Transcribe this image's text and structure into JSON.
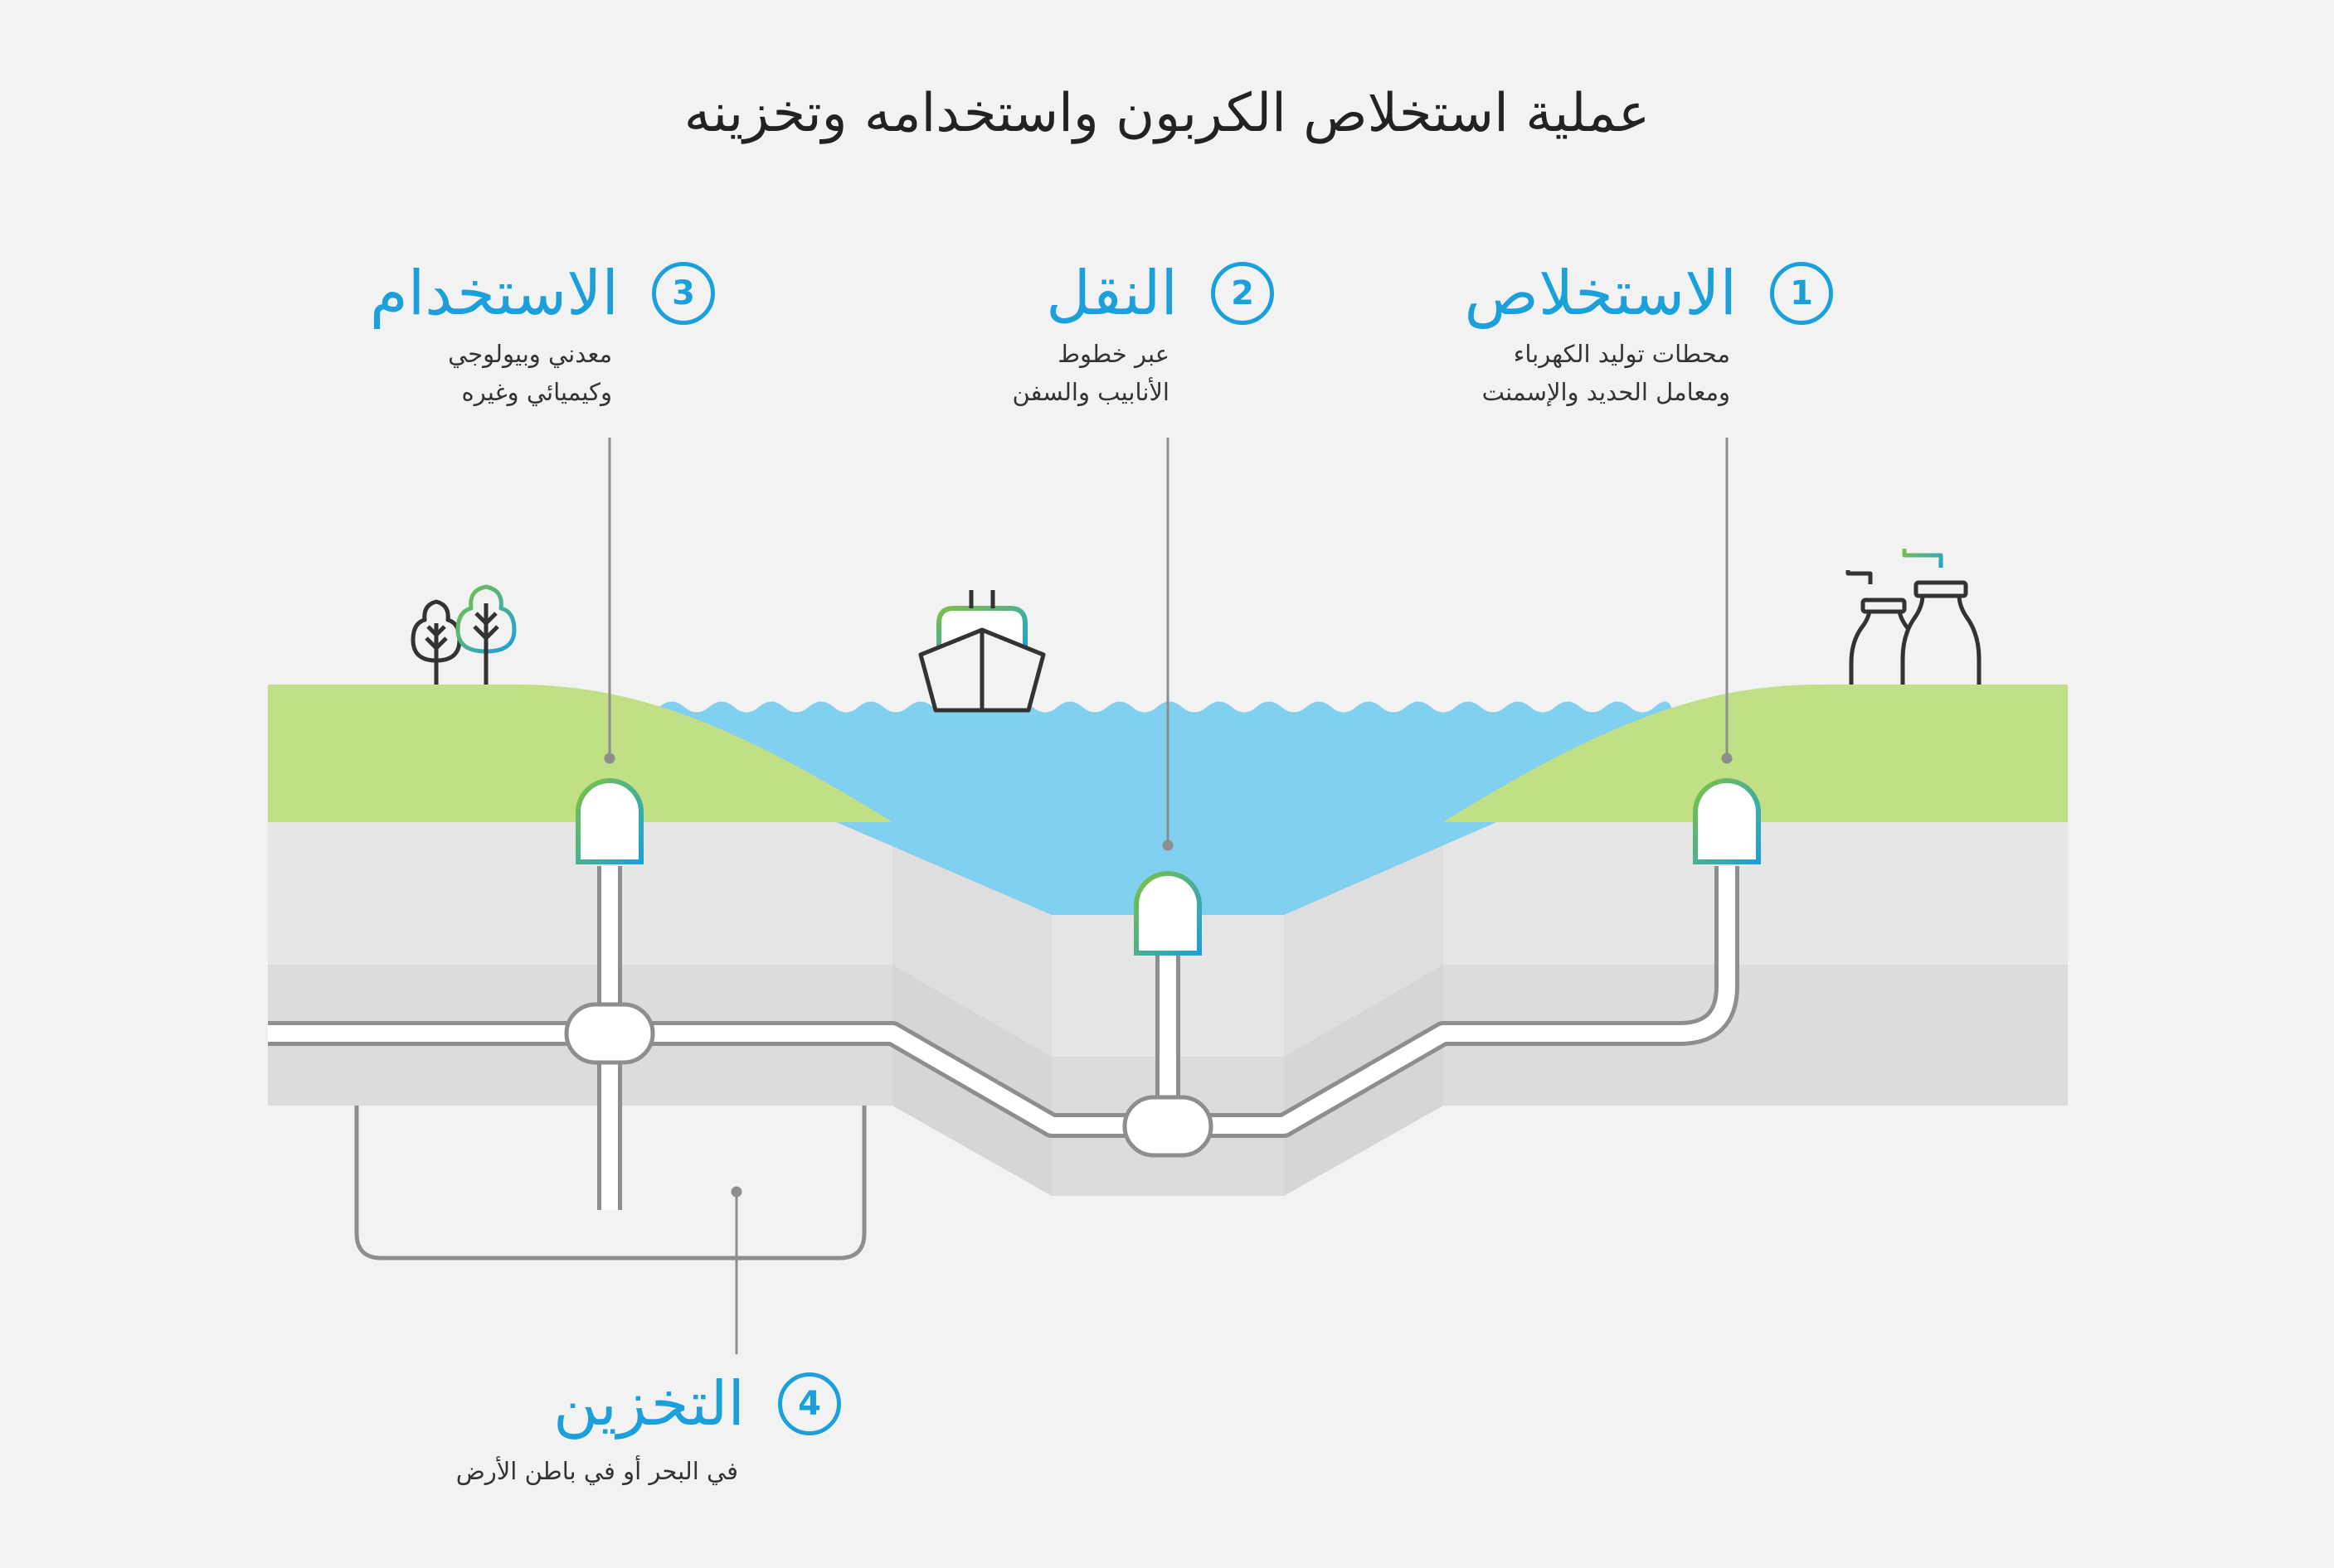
{
  "title": "عملية استخلاص الكربون واستخدامه وتخزينه",
  "steps": [
    {
      "number": "1",
      "title": "الاستخلاص",
      "desc_lines": [
        "محطات توليد الكهرباء",
        "ومعامل الحديد والإسمنت"
      ]
    },
    {
      "number": "2",
      "title": "النقل",
      "desc_lines": [
        "عبر خطوط",
        "الأنابيب والسفن"
      ]
    },
    {
      "number": "3",
      "title": "الاستخدام",
      "desc_lines": [
        "معدني وبيولوجي",
        "وكيميائي وغيره"
      ]
    },
    {
      "number": "4",
      "title": "التخزين",
      "desc_lines": [
        "في البحر أو في باطن الأرض"
      ]
    }
  ],
  "colors": {
    "background": "#f2f2f2",
    "accent_blue": "#1ca0dc",
    "accent_green": "#7cc242",
    "land": "#c1df85",
    "water": "#82d0f0",
    "soil_light": "#e6e6e6",
    "soil_mid": "#dcdcdc",
    "pipe": "#888888"
  },
  "icons": {
    "factory": "factory-icon",
    "ship": "ship-icon",
    "trees": "trees-icon",
    "capsule": "capsule-marker-icon"
  }
}
